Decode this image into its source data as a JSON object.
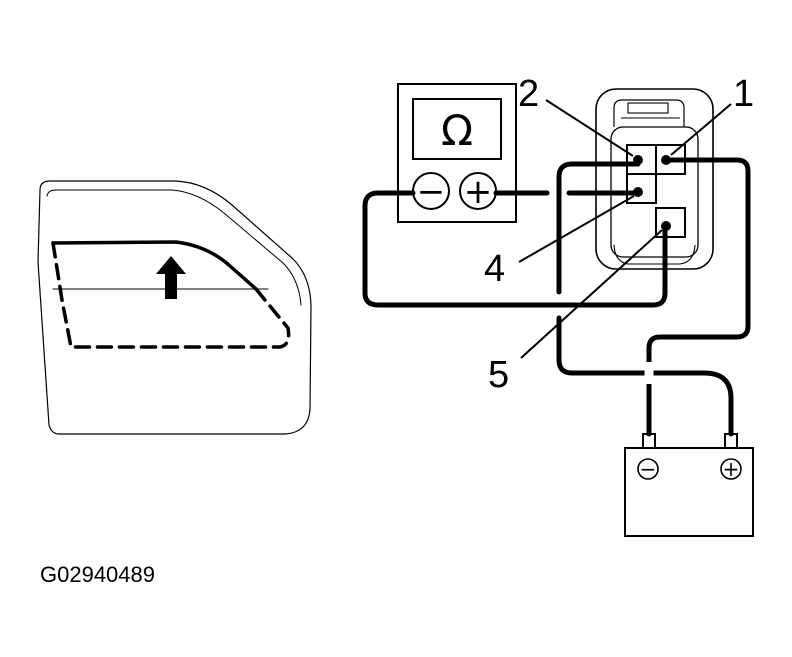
{
  "figure_code": "G02940489",
  "meter": {
    "symbol": "Ω",
    "minus": "−",
    "plus": "+"
  },
  "battery": {
    "minus": "−",
    "plus": "+"
  },
  "terminals": [
    "1",
    "2",
    "4",
    "5"
  ]
}
